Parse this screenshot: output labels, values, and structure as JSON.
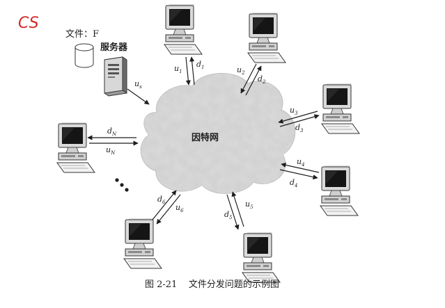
{
  "handwritten_note": "CS",
  "file_label": "文件：F",
  "server_label": "服务器",
  "cloud_label": "因特网",
  "caption": "图 2-21    文件分发问题的示例图",
  "server_link": {
    "up": {
      "main": "u",
      "sub": "s"
    }
  },
  "links": [
    {
      "up": {
        "main": "u",
        "sub": "1"
      },
      "down": {
        "main": "d",
        "sub": "1"
      }
    },
    {
      "up": {
        "main": "u",
        "sub": "2"
      },
      "down": {
        "main": "d",
        "sub": "2"
      }
    },
    {
      "up": {
        "main": "u",
        "sub": "3"
      },
      "down": {
        "main": "d",
        "sub": "3"
      }
    },
    {
      "up": {
        "main": "u",
        "sub": "4"
      },
      "down": {
        "main": "d",
        "sub": "4"
      }
    },
    {
      "up": {
        "main": "u",
        "sub": "5"
      },
      "down": {
        "main": "d",
        "sub": "5"
      }
    },
    {
      "up": {
        "main": "u",
        "sub": "6"
      },
      "down": {
        "main": "d",
        "sub": "6"
      }
    },
    {
      "up": {
        "main": "u",
        "sub": "N"
      },
      "down": {
        "main": "d",
        "sub": "N"
      }
    }
  ],
  "colors": {
    "ink": "#1e1e1e",
    "handwriting": "#d42a2a",
    "cloud": "#cfcfcf",
    "screen": "#151515"
  }
}
